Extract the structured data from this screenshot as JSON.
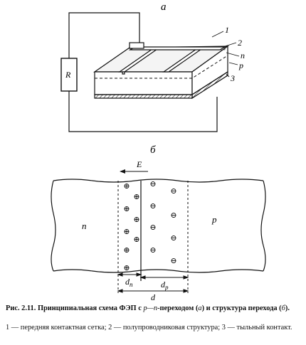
{
  "figure_a": {
    "label": "а",
    "resistor_label": "R",
    "callouts": [
      "1",
      "2",
      "n",
      "p",
      "3"
    ]
  },
  "figure_b": {
    "label": "б",
    "field_label": "E",
    "n_region_label": "n",
    "p_region_label": "p",
    "plus_sign": "⊕",
    "minus_sign": "⊖",
    "dim_dn": "dn",
    "dim_dn_base": "d",
    "dim_dn_sub": "n",
    "dim_dp_base": "d",
    "dim_dp_sub": "p",
    "dim_d": "d"
  },
  "caption": {
    "title_bold": "Рис. 2.11. Принципиальная схема ФЭП с",
    "title_pn": "p—n",
    "title_bold2": "-переходом (",
    "title_a": "а",
    "title_mid": ") и структура перехода (",
    "title_b": "б",
    "title_end": ").",
    "legend": "1 — передняя контактная сетка; 2 — полупроводниковая структура; 3 — тыльный контакт."
  }
}
